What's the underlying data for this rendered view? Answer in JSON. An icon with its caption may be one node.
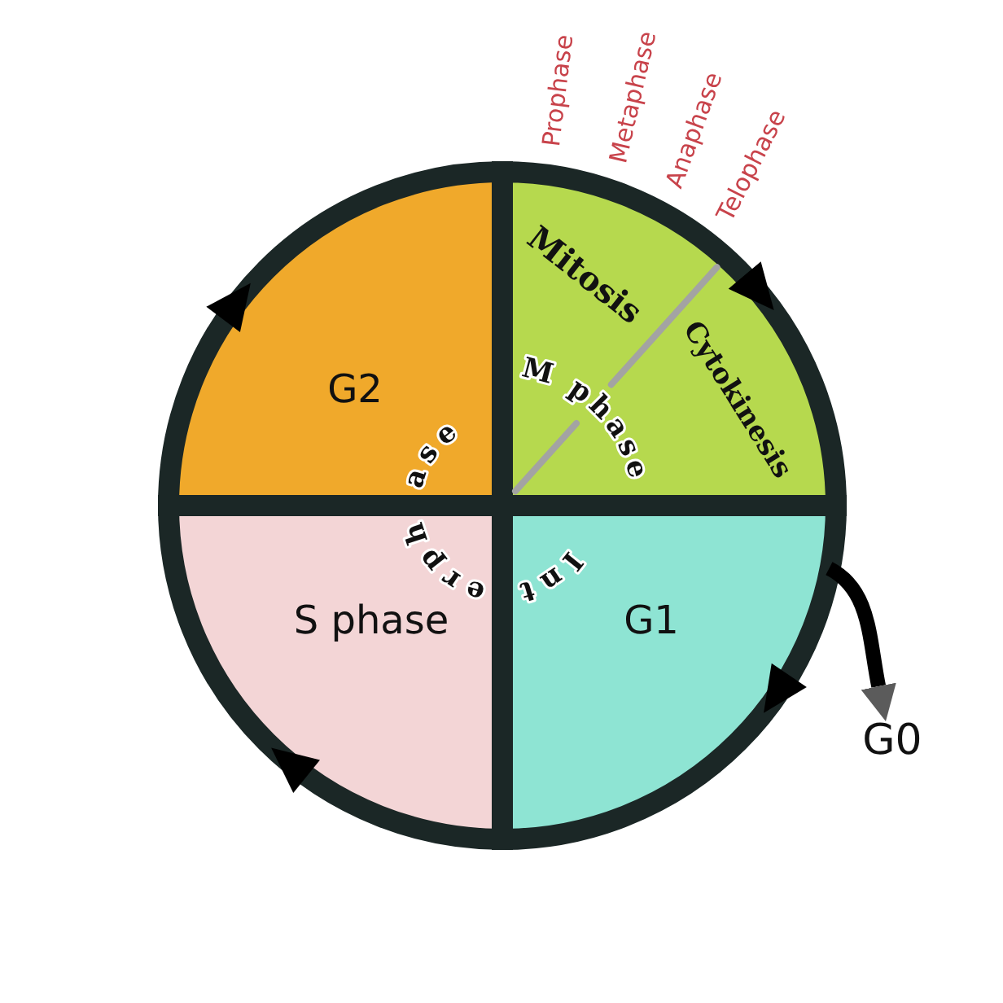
{
  "diagram": {
    "nodes": [
      {
        "text": [
          "G2"
        ]
      },
      {
        "text": [
          "M phase",
          "Mitosis",
          "Cytokinesis"
        ],
        "beside": [
          "Prophase",
          "Metaphase",
          "Anaphase",
          "Telophase"
        ]
      },
      {
        "text": [
          "S phase"
        ]
      },
      {
        "text": [
          "G1"
        ]
      },
      {
        "text": [
          "G0"
        ]
      }
    ],
    "edges": [
      {
        "from": 3,
        "to": 4,
        "arrow": "to"
      }
    ],
    "labels": [
      "Interphase"
    ]
  }
}
